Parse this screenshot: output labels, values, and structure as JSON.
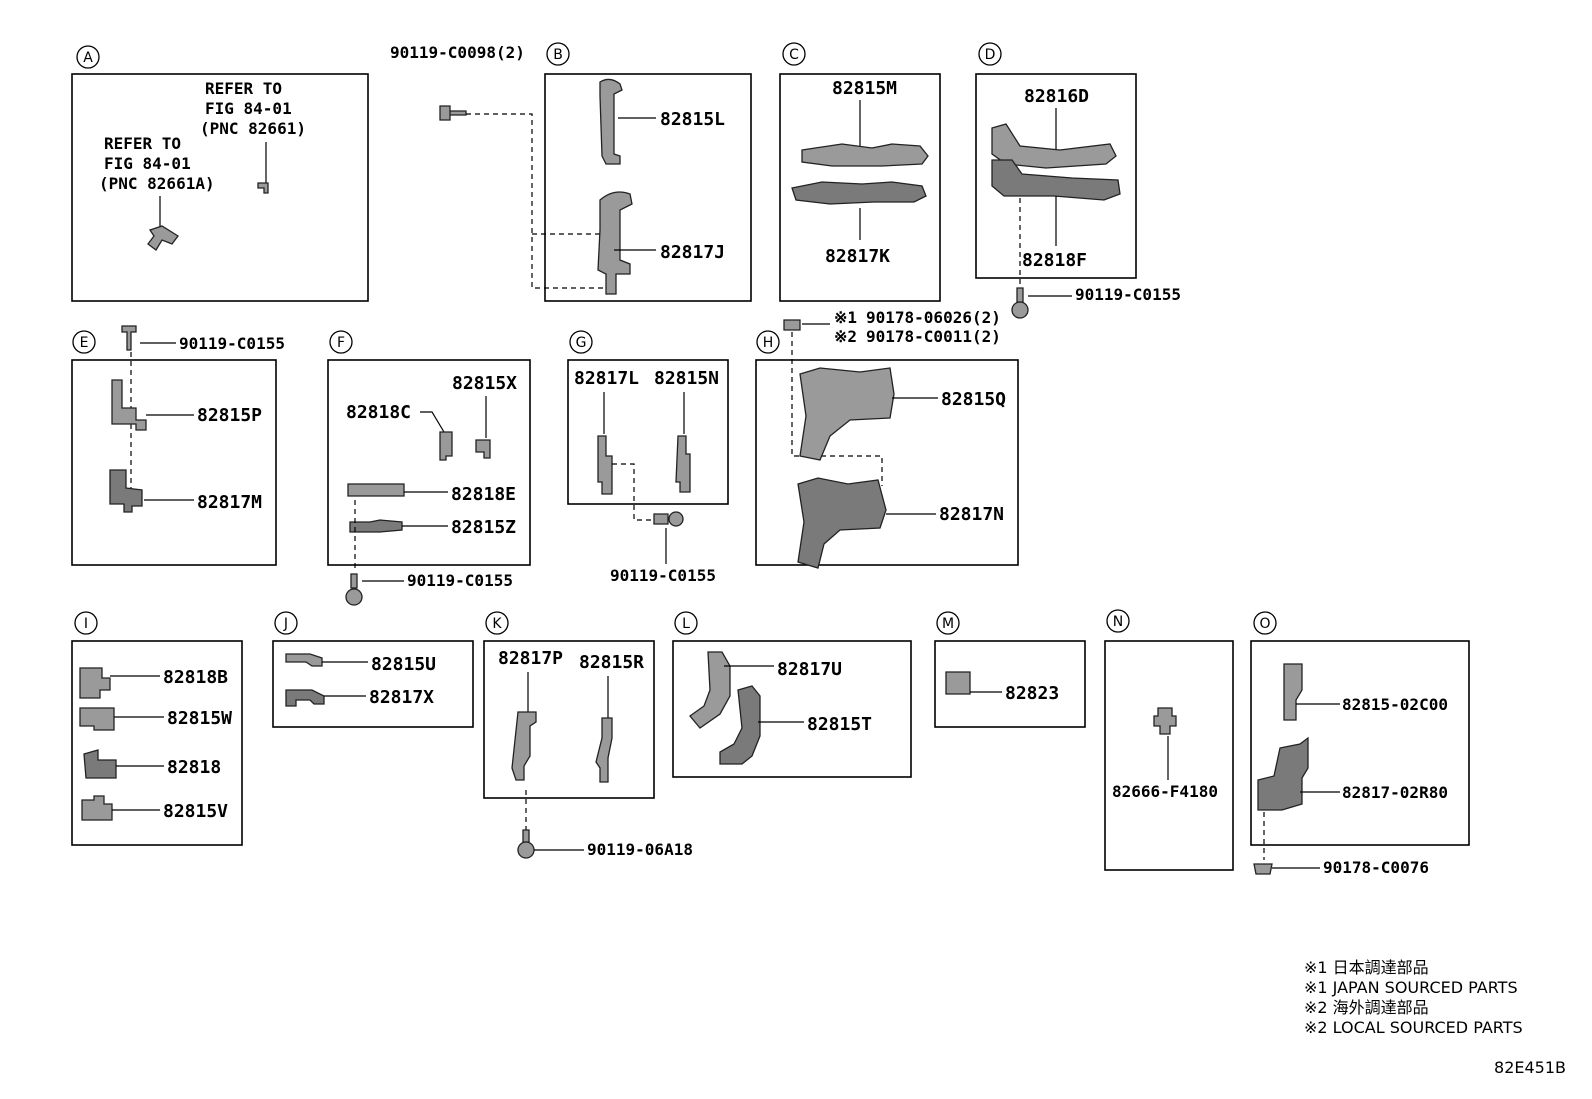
{
  "sections": {
    "A": {
      "letter": "A",
      "refer1": [
        "REFER TO",
        "FIG 84-01",
        "(PNC 82661)"
      ],
      "refer2": [
        "REFER TO",
        "FIG 84-01",
        "(PNC 82661A)"
      ]
    },
    "B": {
      "letter": "B",
      "bolt": "90119-C0098(2)",
      "p1": "82815L",
      "p2": "82817J"
    },
    "C": {
      "letter": "C",
      "p1": "82815M",
      "p2": "82817K"
    },
    "D": {
      "letter": "D",
      "p1": "82816D",
      "p2": "82818F",
      "bolt": "90119-C0155"
    },
    "E": {
      "letter": "E",
      "bolt": "90119-C0155",
      "p1": "82815P",
      "p2": "82817M"
    },
    "F": {
      "letter": "F",
      "p1": "82815X",
      "p2": "82818C",
      "p3": "82818E",
      "p4": "82815Z",
      "bolt": "90119-C0155"
    },
    "G": {
      "letter": "G",
      "p1": "82817L",
      "p2": "82815N",
      "bolt": "90119-C0155"
    },
    "H": {
      "letter": "H",
      "n1_mark": "※1",
      "n1": "90178-06026(2)",
      "n2_mark": "※2",
      "n2": "90178-C0011(2)",
      "p1": "82815Q",
      "p2": "82817N"
    },
    "I": {
      "letter": "I",
      "p1": "82818B",
      "p2": "82815W",
      "p3": "82818",
      "p4": "82815V"
    },
    "J": {
      "letter": "J",
      "p1": "82815U",
      "p2": "82817X"
    },
    "K": {
      "letter": "K",
      "p1": "82817P",
      "p2": "82815R",
      "bolt": "90119-06A18"
    },
    "L": {
      "letter": "L",
      "p1": "82817U",
      "p2": "82815T"
    },
    "M": {
      "letter": "M",
      "p1": "82823"
    },
    "N": {
      "letter": "N",
      "p1": "82666-F4180"
    },
    "O": {
      "letter": "O",
      "p1": "82815-02C00",
      "p2": "82817-02R80",
      "bolt": "90178-C0076"
    }
  },
  "notes": [
    "※1 日本調達部品",
    "※1 JAPAN SOURCED PARTS",
    "※2 海外調達部品",
    "※2 LOCAL SOURCED PARTS"
  ],
  "diagram_code": "82E451B"
}
